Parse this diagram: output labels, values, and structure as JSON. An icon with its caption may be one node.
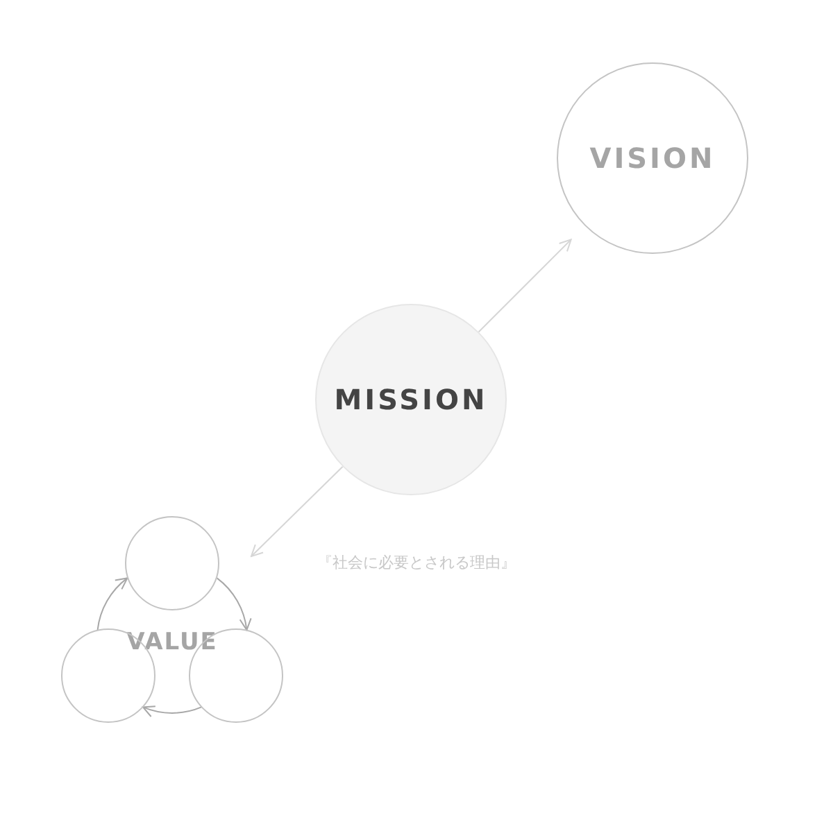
{
  "diagram": {
    "nodes": [
      {
        "text": [
          "VISION"
        ]
      },
      {
        "text": [
          "MISSION"
        ],
        "beside": [
          "『社会に必要とされる理由』"
        ]
      },
      {
        "text": [],
        "shape": "circle"
      },
      {
        "text": [
          "VALUE"
        ]
      },
      {
        "text": [],
        "shape": "circle"
      },
      {
        "text": [],
        "shape": "circle"
      }
    ],
    "edges": [
      {
        "from": 1,
        "to": 0,
        "arrow": "to",
        "color": "#d6d6d6"
      },
      {
        "from": 1,
        "to": 2,
        "arrow": "to",
        "color": "#d6d6d6"
      },
      {
        "from": 2,
        "to": 5,
        "arrow": "to"
      },
      {
        "from": 5,
        "to": 4,
        "arrow": "to"
      },
      {
        "from": 4,
        "to": 2,
        "arrow": "to"
      }
    ]
  }
}
